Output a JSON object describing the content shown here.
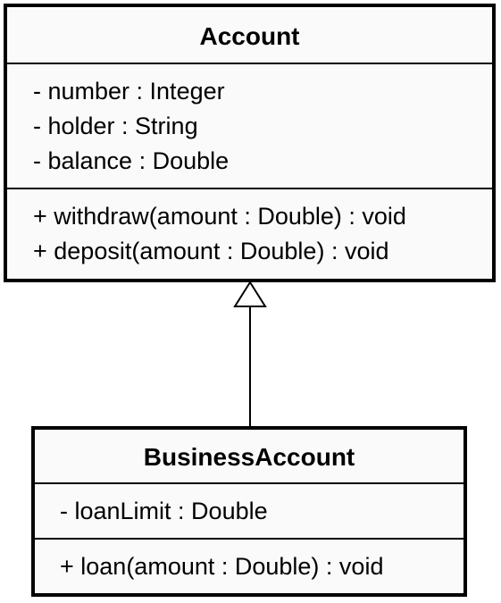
{
  "classes": {
    "account": {
      "name": "Account",
      "attributes": [
        "- number : Integer",
        "- holder : String",
        "- balance : Double"
      ],
      "operations": [
        "+ withdraw(amount : Double) : void",
        "+ deposit(amount : Double) : void"
      ]
    },
    "business_account": {
      "name": "BusinessAccount",
      "attributes": [
        "- loanLimit : Double"
      ],
      "operations": [
        "+ loan(amount : Double) : void"
      ]
    }
  },
  "relations": [
    {
      "type": "generalization",
      "from": "business_account",
      "to": "account"
    }
  ],
  "colors": {
    "line": "#000000",
    "box_fill": "#fafafa",
    "background": "#ffffff"
  }
}
